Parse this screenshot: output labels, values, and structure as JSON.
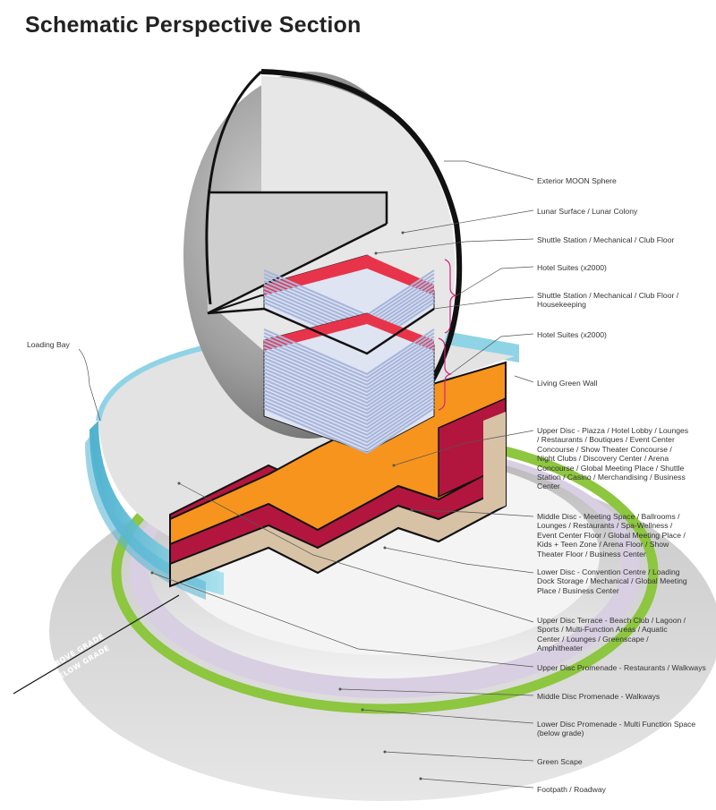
{
  "title": "Schematic Perspective Section",
  "labels": [
    "Exterior MOON Sphere",
    "Lunar Surface / Lunar Colony",
    "Shuttle Station / Mechanical / Club Floor",
    "Hotel Suites (x2000)",
    "Shuttle Station / Mechanical / Club Floor / Housekeeping",
    "Hotel Suites (x2000)",
    "Living Green Wall",
    "Upper Disc - Piazza / Hotel Lobby / Lounges / Restaurants / Boutiques / Event Center Concourse / Show Theater Concourse / Night Clubs / Discovery Center / Arena Concourse / Global Meeting Place / Shuttle Station / Casino / Merchandising / Business Center",
    "Middle Disc - Meeting Space / Ballrooms / Lounges / Restaurants / Spa-Wellness / Event Center Floor / Global Meeting Place / Kids + Teen Zone / Arena Floor / Show Theater Floor / Business Center",
    "Lower Disc - Convention Centre / Loading Dock Storage / Mechanical / Global Meeting Place / Business Center",
    "Upper Disc Terrace - Beach Club / Lagoon / Sports / Multi-Function Areas / Aquatic Center / Lounges / Greenscape / Amphitheater",
    "Upper Disc Promenade - Restaurants / Walkways",
    "Middle Disc Promenade - Walkways",
    "Lower Disc Promenade - Multi Function Space (below grade)",
    "Green Scape",
    "Footpath / Roadway"
  ],
  "loading_bay": "Loading Bay",
  "grade": {
    "above": "ABOVE GRADE",
    "below": "BELOW GRADE"
  },
  "colors": {
    "upper_disc": "#f7941d",
    "middle_disc": "#b2163f",
    "lower_disc": "#d8c2a6",
    "hotel_floors": "#a8b6dc",
    "red_band": "#e8344a",
    "green_ring": "#8dc63f",
    "purple_ring": "#c9bcd6",
    "glass": "#6cc4dc",
    "ground": "#d2d2d2"
  }
}
